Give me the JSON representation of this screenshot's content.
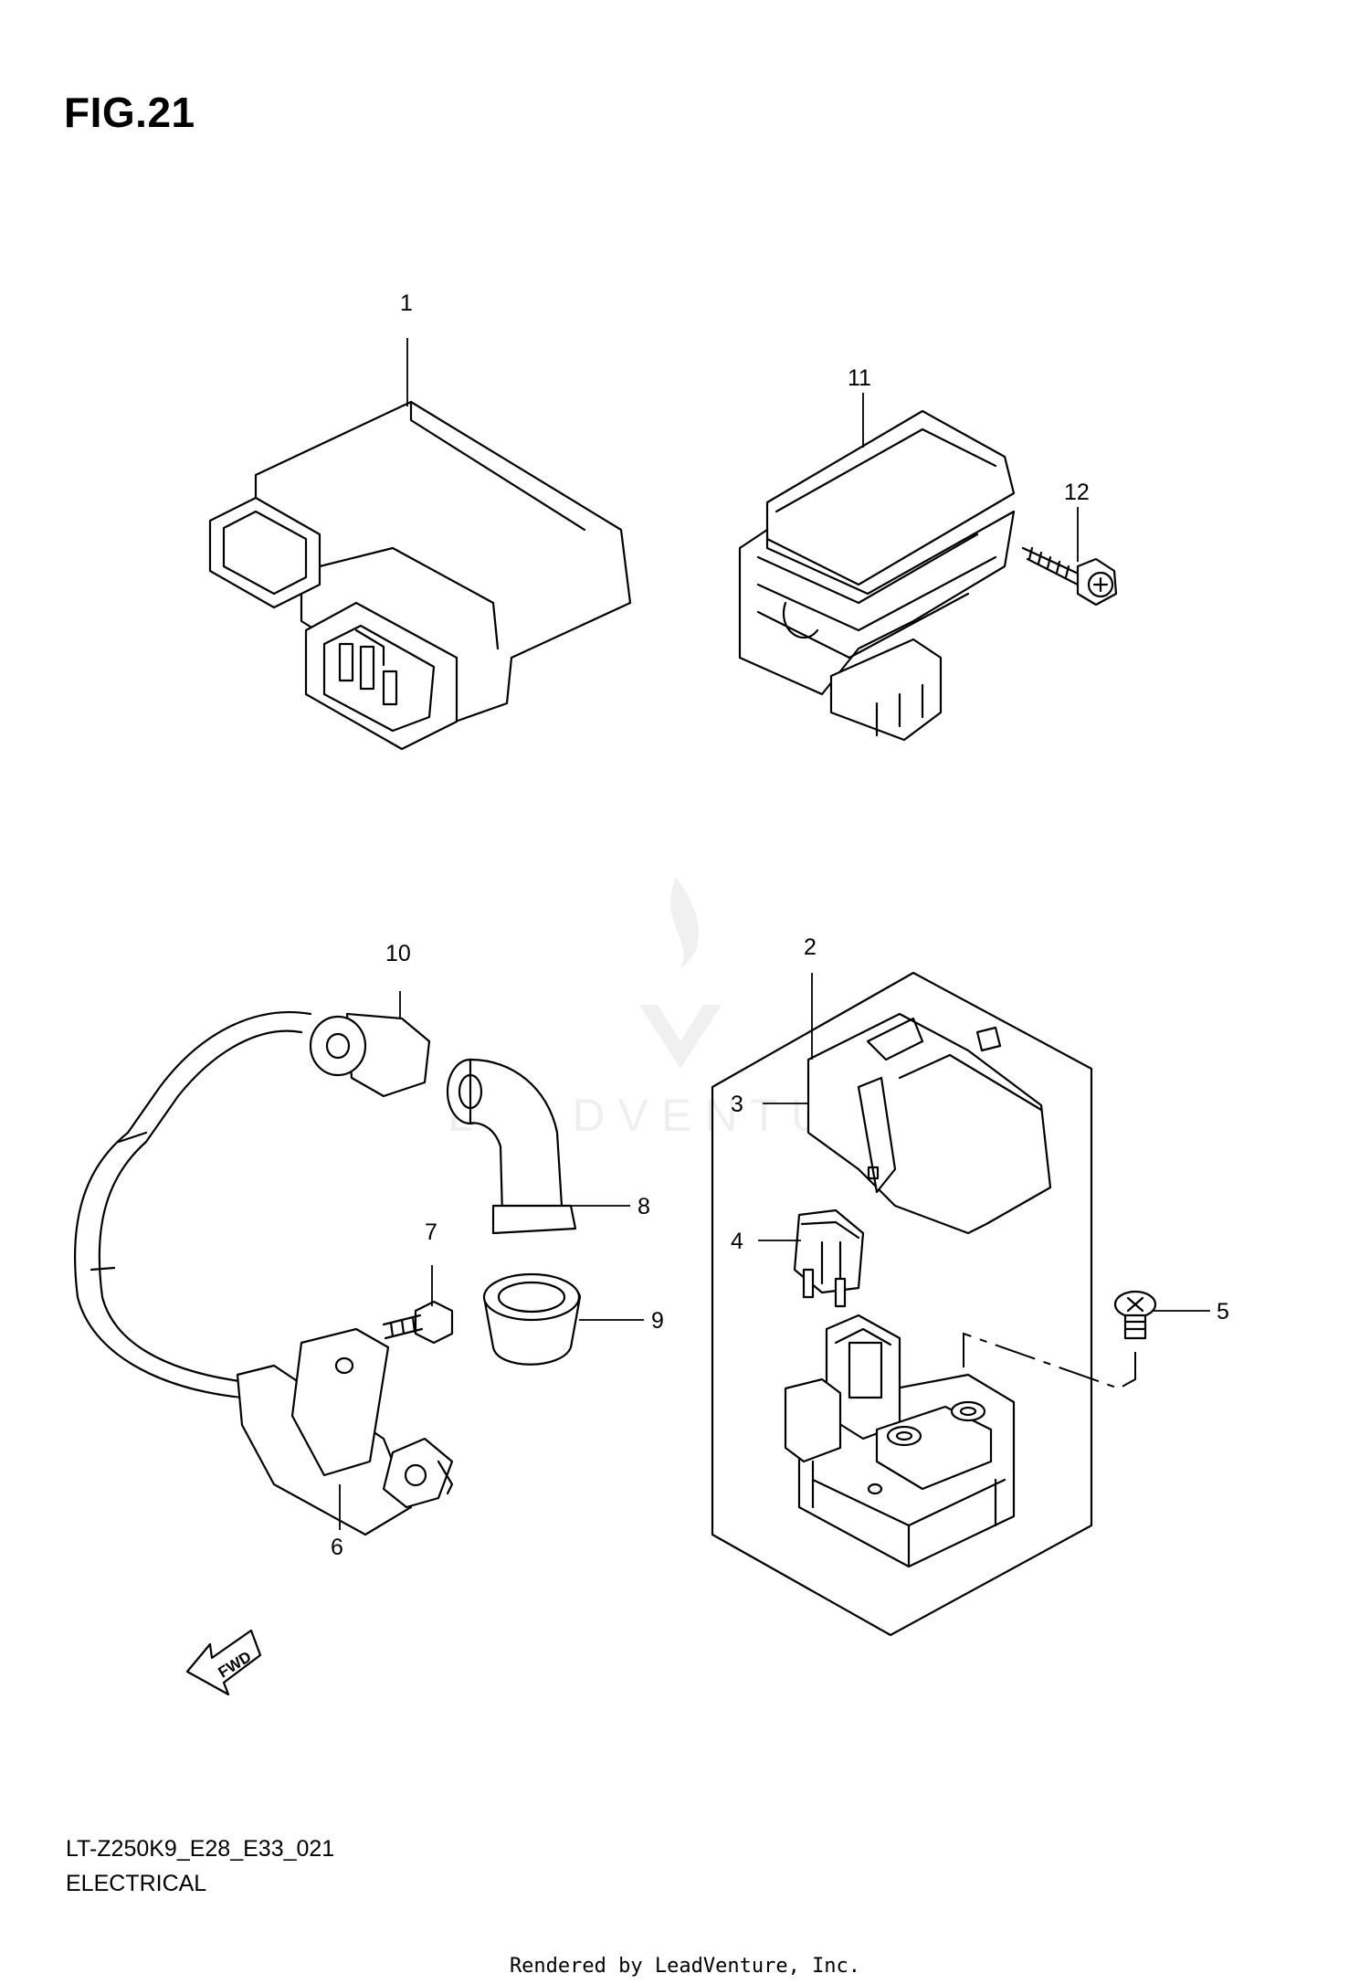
{
  "figure": {
    "title": "FIG.21"
  },
  "callouts": [
    "1",
    "2",
    "3",
    "4",
    "5",
    "6",
    "7",
    "8",
    "9",
    "10",
    "11",
    "12"
  ],
  "fwd_label": "FWD",
  "watermark": {
    "text": "LEADVENTURE"
  },
  "footer": {
    "model_code": "LT-Z250K9_E28_E33_021",
    "section": "ELECTRICAL",
    "rendered_by": "Rendered by LeadVenture, Inc."
  }
}
